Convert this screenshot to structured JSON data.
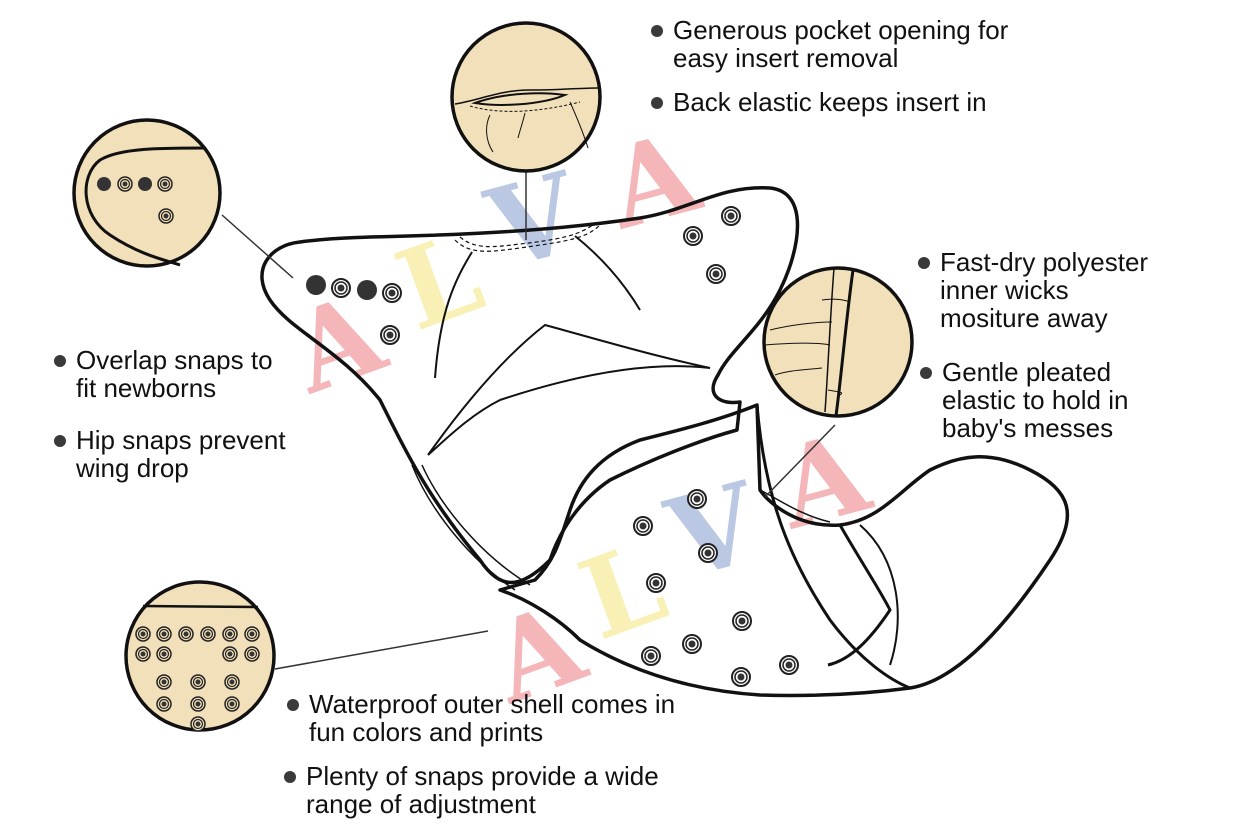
{
  "watermark": {
    "letters": [
      "A",
      "L",
      "V",
      "A"
    ],
    "colors": {
      "A": "#f4b3b6",
      "L": "#f8f0b0",
      "V": "#b7c6e2"
    }
  },
  "colors": {
    "callout_fill": "#f2e0bb",
    "outline": "#111111",
    "bullet": "#3a3a3a"
  },
  "features": {
    "pocket_opening": "Generous pocket opening for\neasy insert removal",
    "back_elastic": "Back elastic keeps insert in",
    "fast_dry": "Fast-dry polyester\ninner wicks\nmositure away",
    "pleated_elastic": "Gentle pleated\nelastic to hold in\nbaby's messes",
    "overlap_snaps": "Overlap snaps to\nfit newborns",
    "hip_snaps": "Hip snaps prevent\nwing drop",
    "outer_shell": "Waterproof outer shell comes in\nfun colors and prints",
    "plenty_snaps": "Plenty of snaps provide a wide\nrange of adjustment"
  }
}
